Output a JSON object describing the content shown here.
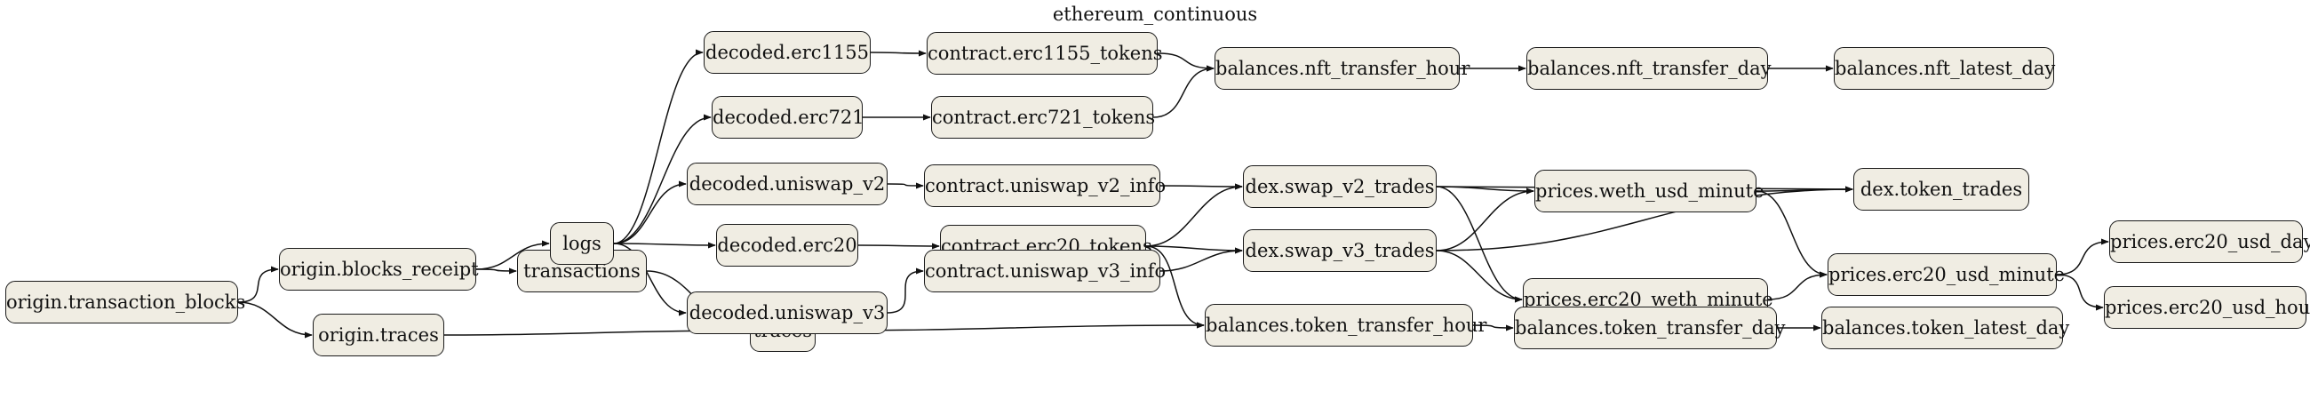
{
  "title": "ethereum_continuous",
  "nodes": {
    "origin_transaction_blocks": "origin.transaction_blocks",
    "origin_blocks_receipt": "origin.blocks_receipt",
    "origin_traces": "origin.traces",
    "transactions": "transactions",
    "logs": "logs",
    "traces": "traces",
    "decoded_erc1155": "decoded.erc1155",
    "decoded_erc721": "decoded.erc721",
    "decoded_uniswap_v2": "decoded.uniswap_v2",
    "decoded_erc20": "decoded.erc20",
    "decoded_uniswap_v3": "decoded.uniswap_v3",
    "contract_erc1155_tokens": "contract.erc1155_tokens",
    "contract_erc721_tokens": "contract.erc721_tokens",
    "contract_uniswap_v2_info": "contract.uniswap_v2_info",
    "contract_erc20_tokens": "contract.erc20_tokens",
    "contract_uniswap_v3_info": "contract.uniswap_v3_info",
    "balances_nft_transfer_hour": "balances.nft_transfer_hour",
    "balances_nft_transfer_day": "balances.nft_transfer_day",
    "balances_nft_latest_day": "balances.nft_latest_day",
    "dex_swap_v2_trades": "dex.swap_v2_trades",
    "dex_swap_v3_trades": "dex.swap_v3_trades",
    "dex_token_trades": "dex.token_trades",
    "prices_weth_usd_minute": "prices.weth_usd_minute",
    "prices_erc20_weth_minute": "prices.erc20_weth_minute",
    "prices_erc20_usd_minute": "prices.erc20_usd_minute",
    "prices_erc20_usd_day": "prices.erc20_usd_day",
    "prices_erc20_usd_hour": "prices.erc20_usd_hour",
    "balances_token_transfer_hour": "balances.token_transfer_hour",
    "balances_token_transfer_day": "balances.token_transfer_day",
    "balances_token_latest_day": "balances.token_latest_day"
  },
  "edges": [
    [
      "origin_transaction_blocks",
      "origin_blocks_receipt"
    ],
    [
      "origin_transaction_blocks",
      "origin_traces"
    ],
    [
      "origin_blocks_receipt",
      "logs"
    ],
    [
      "origin_blocks_receipt",
      "transactions"
    ],
    [
      "transactions",
      "traces"
    ],
    [
      "origin_traces",
      "traces"
    ],
    [
      "logs",
      "decoded_erc1155"
    ],
    [
      "logs",
      "decoded_erc721"
    ],
    [
      "logs",
      "decoded_uniswap_v2"
    ],
    [
      "logs",
      "decoded_erc20"
    ],
    [
      "logs",
      "decoded_uniswap_v3"
    ],
    [
      "decoded_erc1155",
      "contract_erc1155_tokens"
    ],
    [
      "decoded_erc721",
      "contract_erc721_tokens"
    ],
    [
      "decoded_uniswap_v2",
      "contract_uniswap_v2_info"
    ],
    [
      "decoded_erc20",
      "contract_erc20_tokens"
    ],
    [
      "decoded_uniswap_v3",
      "contract_uniswap_v3_info"
    ],
    [
      "contract_erc1155_tokens",
      "balances_nft_transfer_hour"
    ],
    [
      "contract_erc721_tokens",
      "balances_nft_transfer_hour"
    ],
    [
      "balances_nft_transfer_hour",
      "balances_nft_transfer_day"
    ],
    [
      "balances_nft_transfer_day",
      "balances_nft_latest_day"
    ],
    [
      "contract_uniswap_v2_info",
      "dex_swap_v2_trades"
    ],
    [
      "contract_erc20_tokens",
      "dex_swap_v2_trades"
    ],
    [
      "contract_erc20_tokens",
      "dex_swap_v3_trades"
    ],
    [
      "contract_erc20_tokens",
      "balances_token_transfer_hour"
    ],
    [
      "contract_uniswap_v3_info",
      "dex_swap_v3_trades"
    ],
    [
      "dex_swap_v2_trades",
      "dex_token_trades"
    ],
    [
      "dex_swap_v2_trades",
      "prices_weth_usd_minute"
    ],
    [
      "dex_swap_v2_trades",
      "prices_erc20_weth_minute"
    ],
    [
      "dex_swap_v3_trades",
      "prices_weth_usd_minute"
    ],
    [
      "dex_swap_v3_trades",
      "dex_token_trades"
    ],
    [
      "dex_swap_v3_trades",
      "prices_erc20_weth_minute"
    ],
    [
      "prices_weth_usd_minute",
      "dex_token_trades"
    ],
    [
      "prices_weth_usd_minute",
      "prices_erc20_usd_minute"
    ],
    [
      "prices_erc20_weth_minute",
      "prices_erc20_usd_minute"
    ],
    [
      "prices_erc20_usd_minute",
      "prices_erc20_usd_day"
    ],
    [
      "prices_erc20_usd_minute",
      "prices_erc20_usd_hour"
    ],
    [
      "traces",
      "balances_token_transfer_hour"
    ],
    [
      "balances_token_transfer_hour",
      "balances_token_transfer_day"
    ],
    [
      "balances_token_transfer_day",
      "balances_token_latest_day"
    ]
  ]
}
